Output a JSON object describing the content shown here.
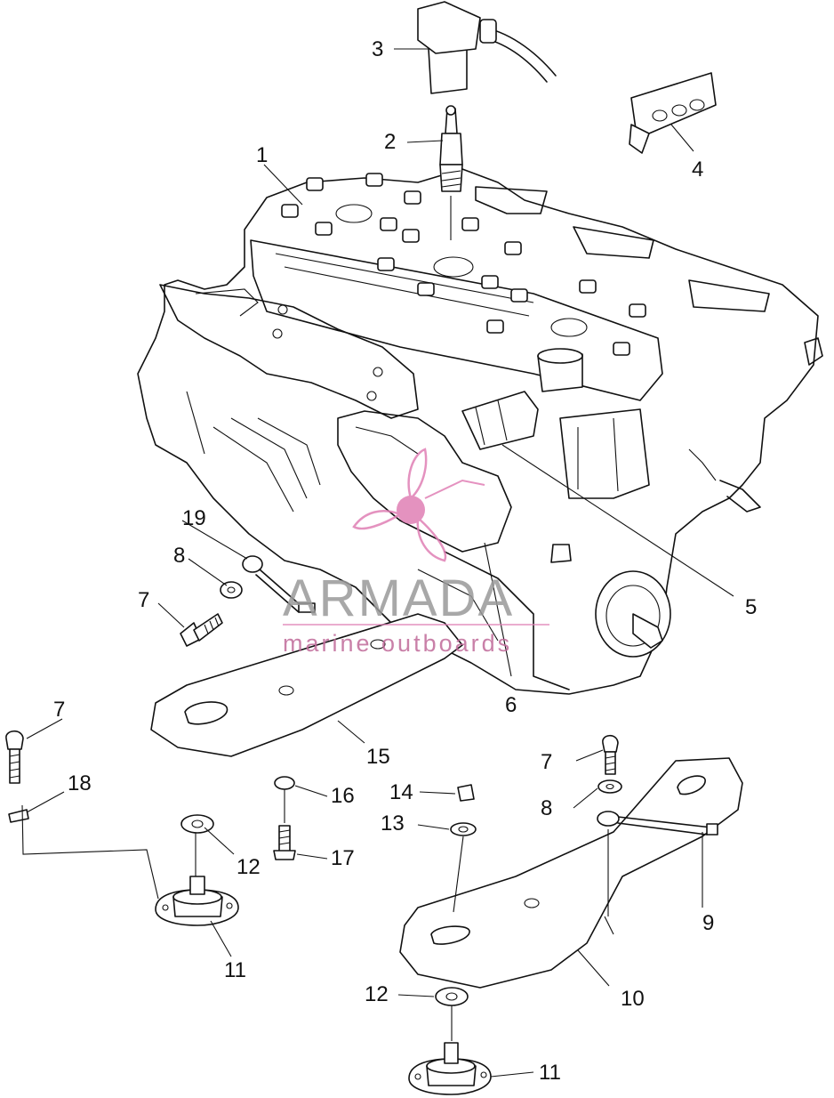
{
  "callouts": {
    "c1": "1",
    "c2": "2",
    "c3": "3",
    "c4": "4",
    "c5": "5",
    "c6": "6",
    "c7a": "7",
    "c7b": "7",
    "c7c": "7",
    "c8a": "8",
    "c8b": "8",
    "c9": "9",
    "c10": "10",
    "c11a": "11",
    "c11b": "11",
    "c12a": "12",
    "c12b": "12",
    "c13": "13",
    "c14": "14",
    "c15": "15",
    "c16": "16",
    "c17": "17",
    "c18": "18",
    "c19": "19"
  },
  "watermark": {
    "title": "ARMADA",
    "subtitle": "marine outboards",
    "accent_color": "#e07fb5",
    "text_color": "#9a9a9a"
  },
  "icons": {
    "watermark_logo": "propeller-icon"
  }
}
